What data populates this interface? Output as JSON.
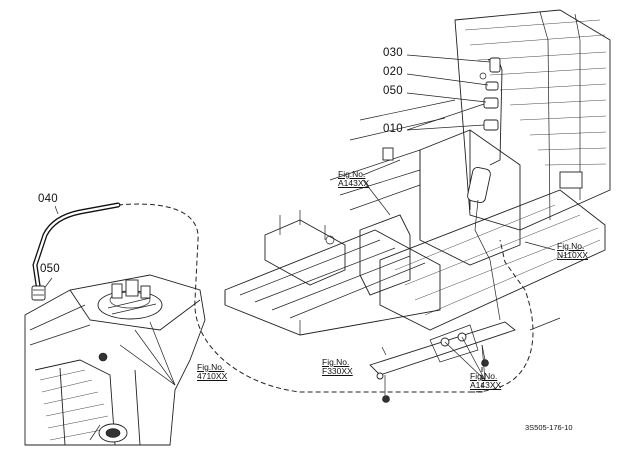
{
  "parts": {
    "p030": "030",
    "p020": "020",
    "p050_top": "050",
    "p010": "010",
    "p040": "040",
    "p050_left": "050"
  },
  "refs": {
    "a143_upper": {
      "line1": "Fig.No.",
      "line2": "A143XX"
    },
    "n110": {
      "line1": "Fig.No.",
      "line2": "N110XX"
    },
    "f330": {
      "line1": "Fig.No.",
      "line2": "F330XX"
    },
    "a143_lower": {
      "line1": "Fig.No.",
      "line2": "A143XX"
    },
    "r4710": {
      "line1": "Fig.No.",
      "line2": "4710XX"
    }
  },
  "drawing_code": "3S505-176-10"
}
